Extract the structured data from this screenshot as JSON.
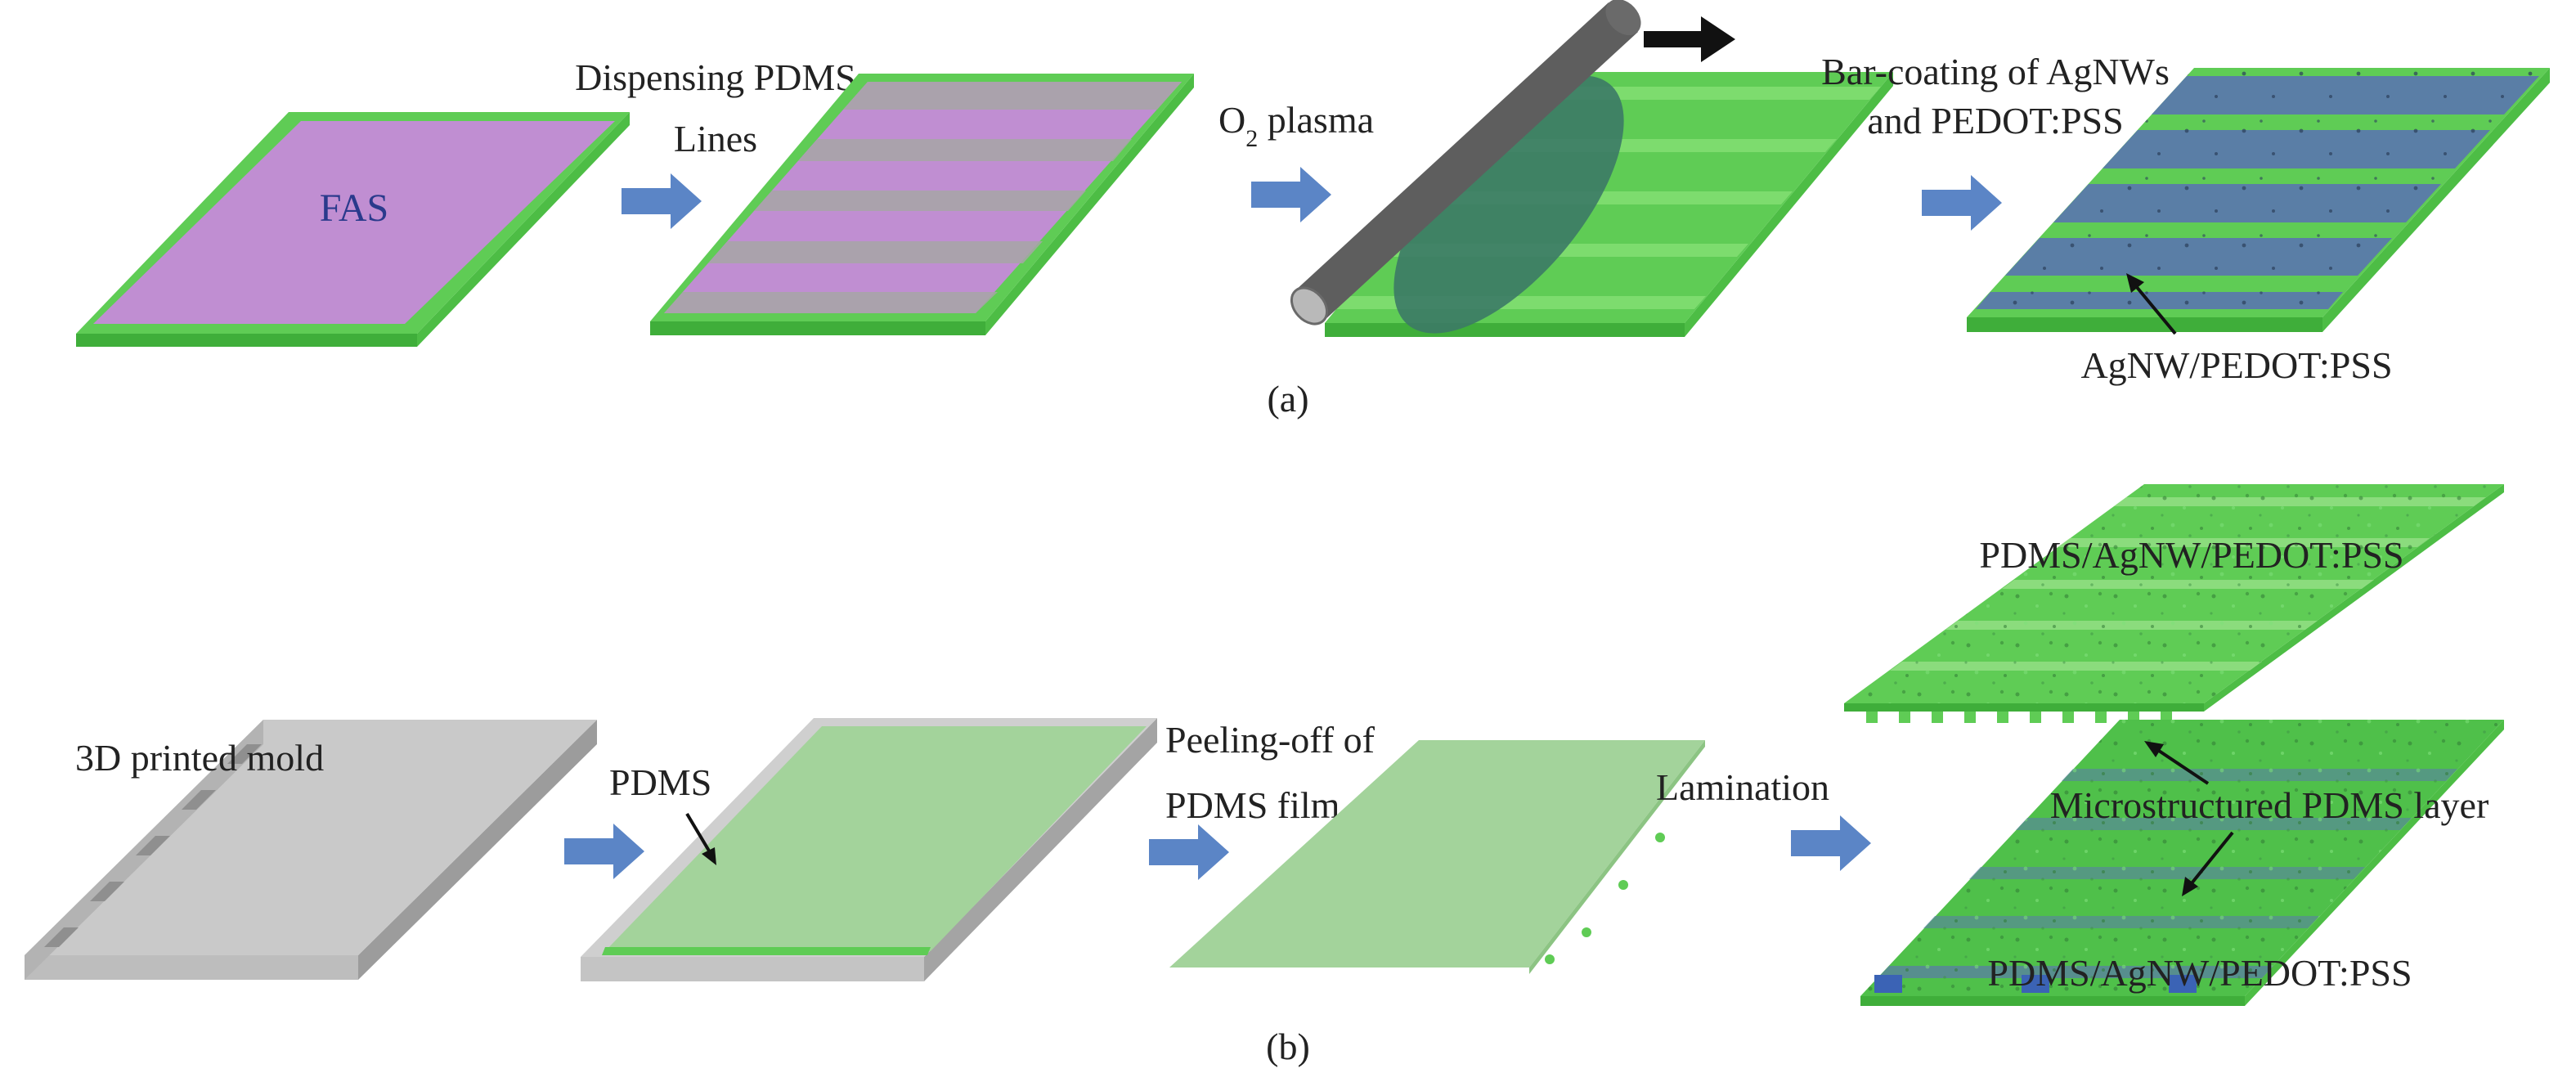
{
  "labels": {
    "fas": "FAS",
    "dispensing_line1": "Dispensing PDMS",
    "dispensing_line2": "Lines",
    "o2_prefix": "O",
    "o2_sub": "2",
    "o2_suffix": " plasma",
    "bar_coating_line1": "Bar-coating of AgNWs",
    "bar_coating_line2": "and PEDOT:PSS",
    "agnw_pedot": "AgNW/PEDOT:PSS",
    "caption_a": "(a)",
    "mold": "3D printed mold",
    "pdms": "PDMS",
    "peeling_line1": "Peeling-off of",
    "peeling_line2": "PDMS film",
    "lamination": "Lamination",
    "top_layer": "PDMS/AgNW/PEDOT:PSS",
    "micro_layer": "Microstructured PDMS layer",
    "bottom_layer": "PDMS/AgNW/PEDOT:PSS",
    "caption_b": "(b)"
  },
  "colors": {
    "substrate_green": "#5fcc55",
    "substrate_green_dark": "#3fae3a",
    "fas_purple": "#c08ed2",
    "pdms_gray": "#a6a6a6",
    "rod_gray": "#5e5e5e",
    "blade_teal": "#3c7a66",
    "agnw_blue": "#5a7ea6",
    "mold_gray": "#c9c9c9",
    "mold_gray_dark": "#9c9c9c",
    "pdms_film_green": "#a3d39b",
    "arrow_blue": "#5b85c6",
    "arrow_black": "#111111"
  }
}
